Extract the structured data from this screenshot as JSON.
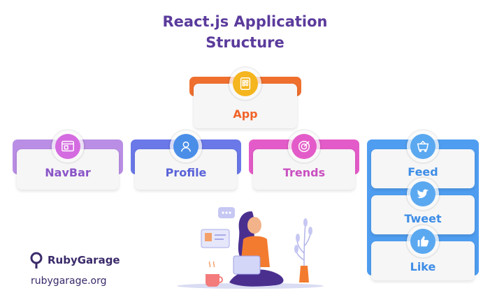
{
  "title": {
    "line1": "React.js Application",
    "line2": "Structure"
  },
  "nodes": {
    "app": {
      "label": "App",
      "icon": "app-grid-icon",
      "color": "#f5a623",
      "plate": "#ef6f2f",
      "text": "#f0642a"
    },
    "navbar": {
      "label": "NavBar",
      "icon": "browser-icon",
      "color": "#d46be0",
      "plate": "#b98ee4",
      "text": "#8a55c8"
    },
    "profile": {
      "label": "Profile",
      "icon": "user-icon",
      "color": "#4a8ee8",
      "plate": "#6a78e8",
      "text": "#5a63d8"
    },
    "trends": {
      "label": "Trends",
      "icon": "target-icon",
      "color": "#e35bc8",
      "plate": "#e35bc8",
      "text": "#c94fc0"
    },
    "feed": {
      "label": "Feed",
      "icon": "cart-icon",
      "color": "#5aa8f0",
      "plate": "#4f9df0",
      "text": "#3d8de6"
    },
    "tweet": {
      "label": "Tweet",
      "icon": "twitter-bird-icon",
      "color": "#5aa8f0",
      "plate": "#4f9df0",
      "text": "#3d8de6"
    },
    "like": {
      "label": "Like",
      "icon": "thumbs-up-icon",
      "color": "#5aa8f0",
      "plate": "#4f9df0",
      "text": "#3d8de6"
    }
  },
  "brand": {
    "name": "RubyGarage",
    "url": "rubygarage.org",
    "color": "#3a2a6a"
  }
}
